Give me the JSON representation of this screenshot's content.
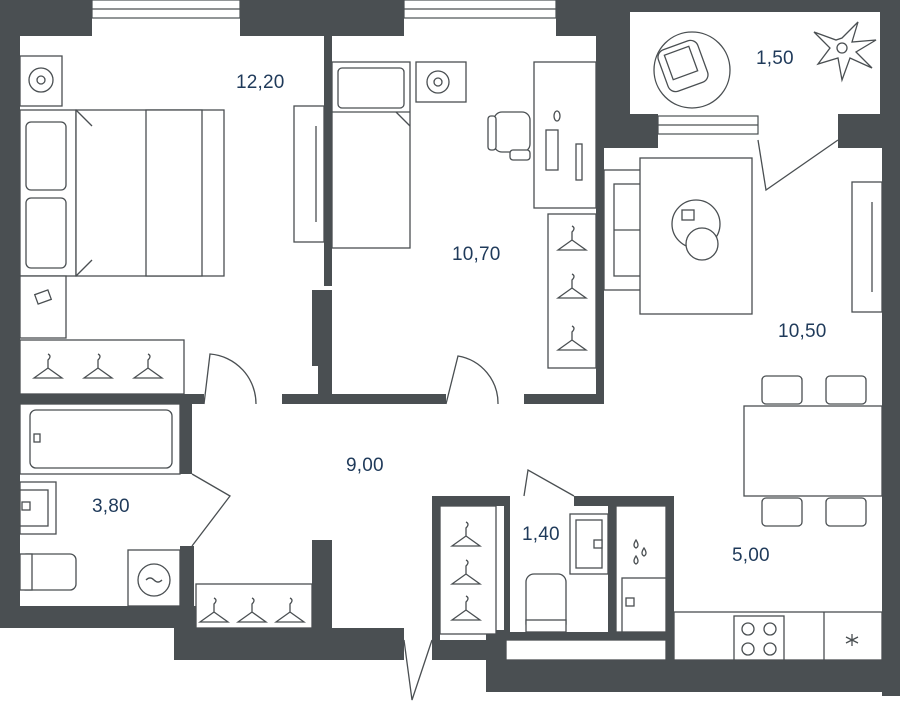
{
  "plan": {
    "rooms": [
      {
        "id": "bedroom-large",
        "area": "12,20"
      },
      {
        "id": "bedroom-small",
        "area": "10,70"
      },
      {
        "id": "balcony",
        "area": "1,50"
      },
      {
        "id": "living-room",
        "area": "10,50"
      },
      {
        "id": "hallway",
        "area": "9,00"
      },
      {
        "id": "bathroom",
        "area": "3,80"
      },
      {
        "id": "toilet",
        "area": "1,40"
      },
      {
        "id": "kitchen",
        "area": "5,00"
      }
    ],
    "colors": {
      "wall": "#4a4f52",
      "label": "#1f3a5a",
      "background": "#ffffff"
    },
    "icons": [
      "hanger-icon",
      "washing-machine-icon",
      "stove-icon",
      "sink-icon",
      "plant-icon",
      "armchair-icon",
      "bed-icon",
      "bathtub-icon",
      "toilet-icon",
      "dining-table-icon",
      "sofa-icon",
      "desk-chair-icon",
      "water-drops-icon",
      "extractor-icon"
    ]
  }
}
